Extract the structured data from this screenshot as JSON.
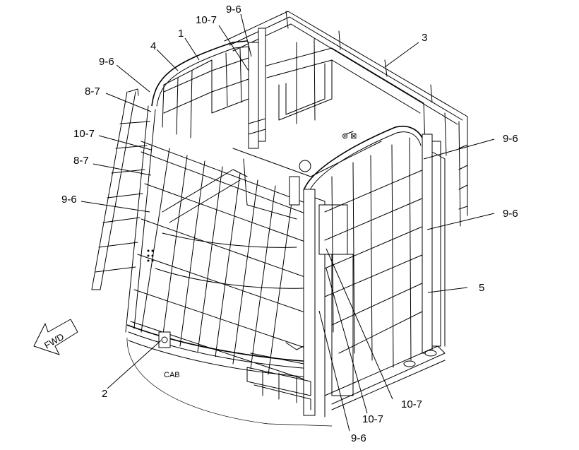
{
  "callouts": {
    "c1": "1",
    "c2": "2",
    "c3": "3",
    "c4": "4",
    "c5": "5",
    "c96_top": "9-6",
    "c96_left": "9-6",
    "c96_mid_left": "9-6",
    "c96_right_upper": "9-6",
    "c96_right_lower": "9-6",
    "c96_bottom": "9-6",
    "c107_top": "10-7",
    "c107_left": "10-7",
    "c107_right": "10-7",
    "c107_bottom": "10-7",
    "c87_upper": "8-7",
    "c87_lower": "8-7"
  },
  "labels": {
    "cab": "CAB",
    "fwd": "FWD"
  }
}
